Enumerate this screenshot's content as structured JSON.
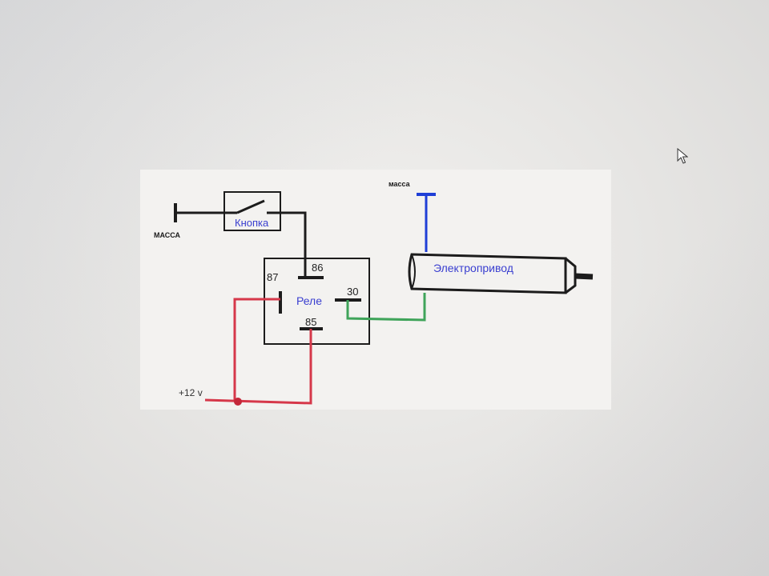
{
  "diagram": {
    "button_label": "Кнопка",
    "relay_label": "Реле",
    "actuator_label": "Электропривод",
    "ground_left_label": "МАССА",
    "ground_top_label": "масса",
    "power_label": "+12 v",
    "pin_86": "86",
    "pin_87": "87",
    "pin_30": "30",
    "pin_85": "85"
  },
  "colors": {
    "wire_black": "#1c1c1c",
    "wire_red": "#d6384a",
    "wire_green": "#3fa45a",
    "wire_blue": "#1f3fd6",
    "label_blue": "#3a3fd0",
    "junction_dot": "#c4283a"
  }
}
